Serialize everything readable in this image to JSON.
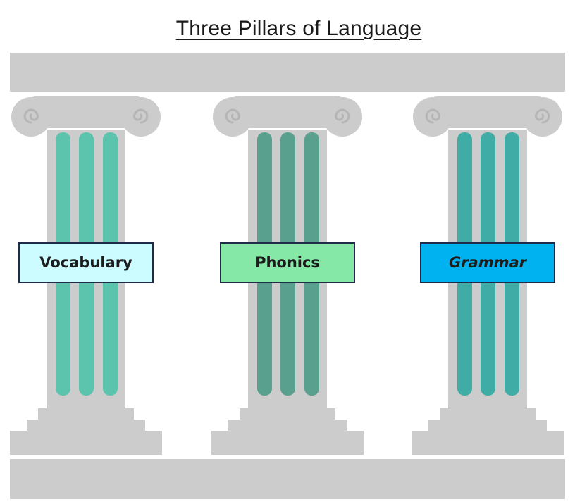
{
  "title": "Three Pillars of Language",
  "pillars": [
    {
      "label": "Vocabulary",
      "label_bg": "#ccfcff",
      "flute_color": "#5cc3ad",
      "italic": false
    },
    {
      "label": "Phonics",
      "label_bg": "#85e8a6",
      "flute_color": "#5aa08f",
      "italic": false
    },
    {
      "label": "Grammar",
      "label_bg": "#00b2f0",
      "flute_color": "#3fada5",
      "italic": true
    }
  ],
  "colors": {
    "stone": "#cccccc",
    "scroll_line": "#b5b5b5",
    "label_border": "#1f2a4a"
  }
}
